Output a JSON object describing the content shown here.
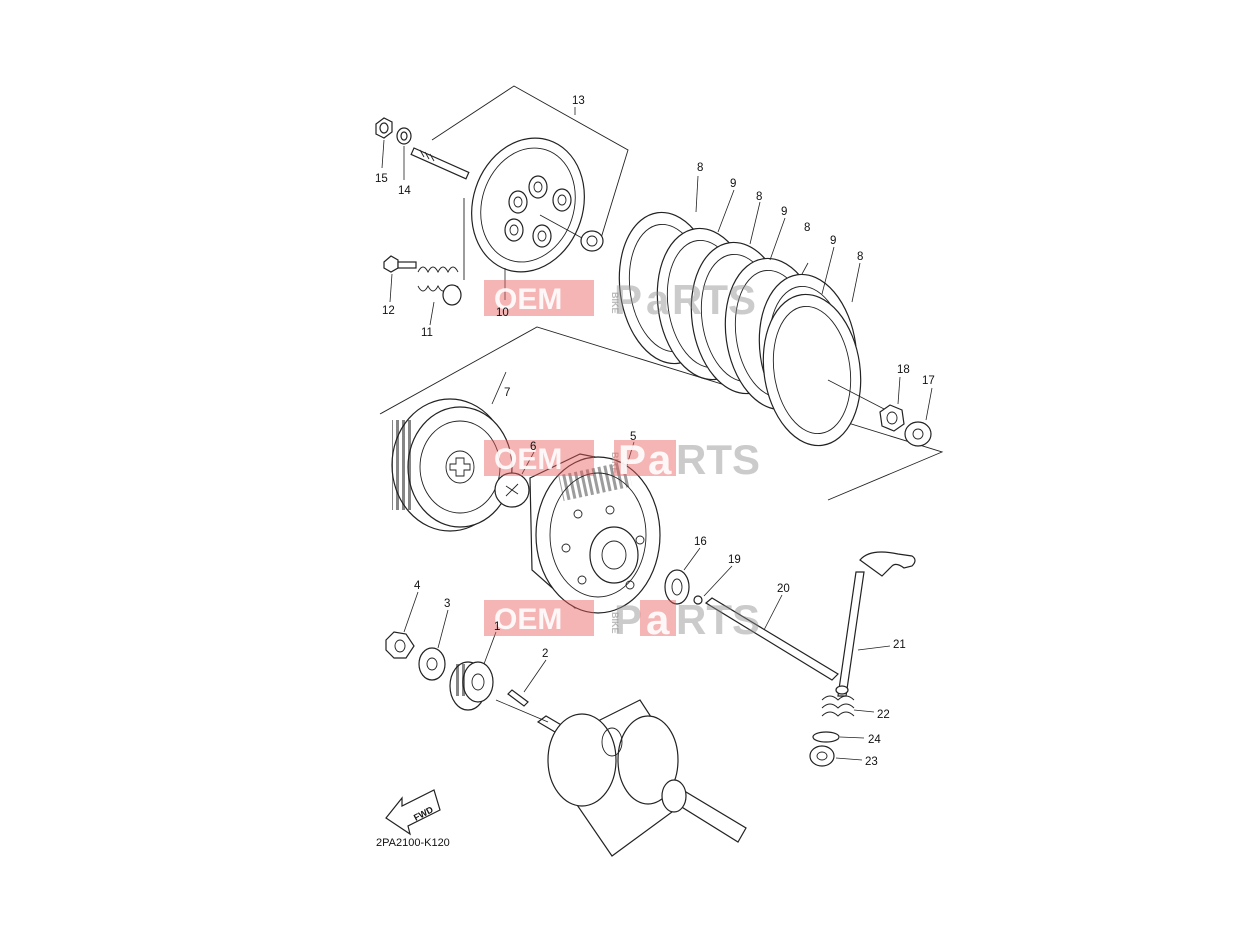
{
  "diagram_code": "2PA2100-K120",
  "fwd_label": "FWD",
  "watermark": {
    "oem": "OEM",
    "bike": "BIKE",
    "parts_a": "P",
    "parts_b": "a",
    "parts_c": "RTS"
  },
  "callouts": [
    {
      "id": "c13",
      "text": "13"
    },
    {
      "id": "c15",
      "text": "15"
    },
    {
      "id": "c14",
      "text": "14"
    },
    {
      "id": "c12",
      "text": "12"
    },
    {
      "id": "c11",
      "text": "11"
    },
    {
      "id": "c10",
      "text": "10"
    },
    {
      "id": "c8a",
      "text": "8"
    },
    {
      "id": "c9a",
      "text": "9"
    },
    {
      "id": "c8b",
      "text": "8"
    },
    {
      "id": "c9b",
      "text": "9"
    },
    {
      "id": "c8c",
      "text": "8"
    },
    {
      "id": "c9c",
      "text": "9"
    },
    {
      "id": "c8d",
      "text": "8"
    },
    {
      "id": "c7",
      "text": "7"
    },
    {
      "id": "c18",
      "text": "18"
    },
    {
      "id": "c17",
      "text": "17"
    },
    {
      "id": "c6",
      "text": "6"
    },
    {
      "id": "c5",
      "text": "5"
    },
    {
      "id": "c16",
      "text": "16"
    },
    {
      "id": "c19",
      "text": "19"
    },
    {
      "id": "c20",
      "text": "20"
    },
    {
      "id": "c4",
      "text": "4"
    },
    {
      "id": "c3",
      "text": "3"
    },
    {
      "id": "c1",
      "text": "1"
    },
    {
      "id": "c2",
      "text": "2"
    },
    {
      "id": "c21",
      "text": "21"
    },
    {
      "id": "c22",
      "text": "22"
    },
    {
      "id": "c24",
      "text": "24"
    },
    {
      "id": "c23",
      "text": "23"
    }
  ]
}
